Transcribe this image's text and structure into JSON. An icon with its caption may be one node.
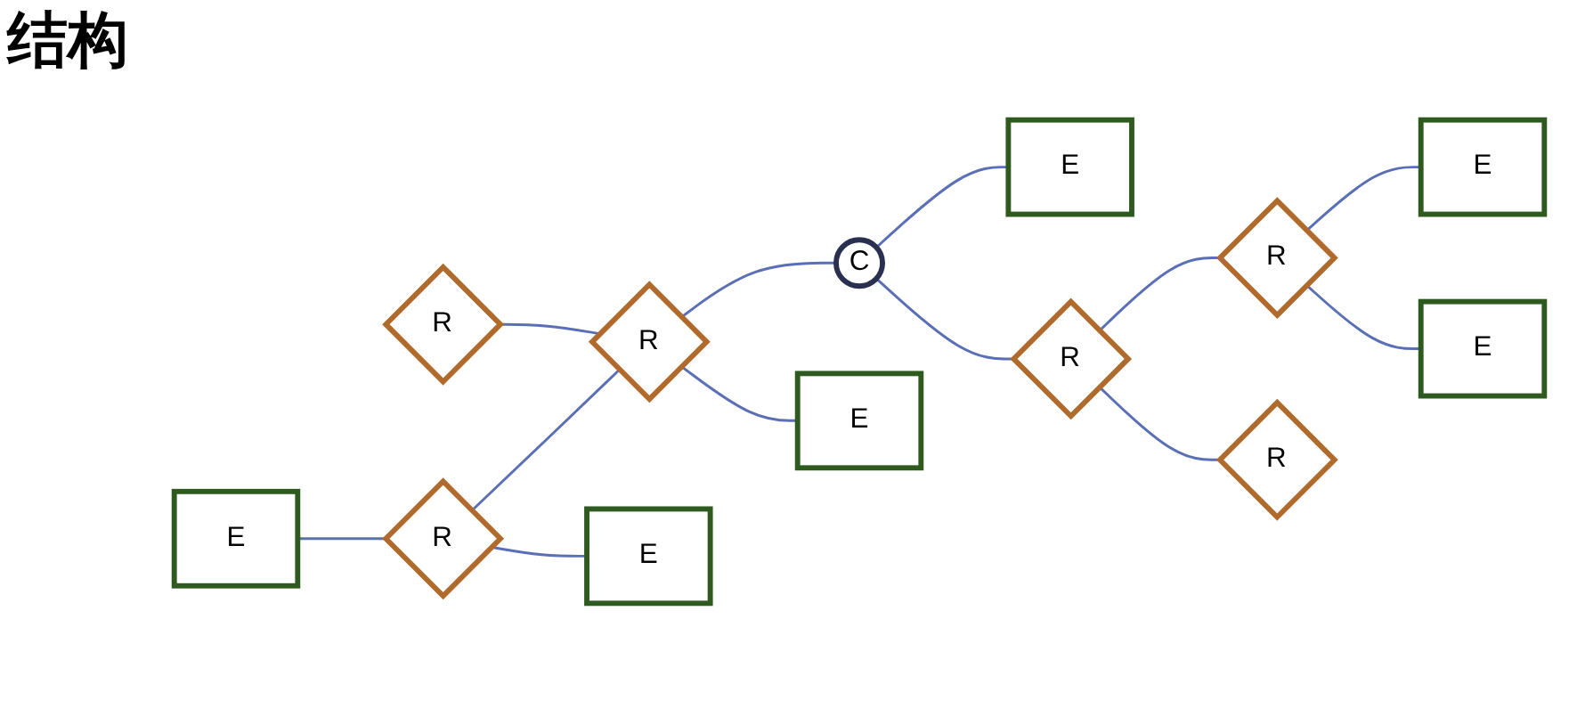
{
  "diagram": {
    "title": "结构",
    "nodes": [
      {
        "text": [
          "E"
        ]
      },
      {
        "text": [
          "R"
        ]
      },
      {
        "text": [
          "C"
        ]
      },
      {
        "text": [
          "R"
        ]
      },
      {
        "text": [
          "E"
        ]
      },
      {
        "text": [
          "R"
        ]
      },
      {
        "text": [
          "E"
        ]
      },
      {
        "text": [
          "R"
        ]
      },
      {
        "text": [
          "E"
        ]
      },
      {
        "text": [
          "R"
        ]
      },
      {
        "text": [
          "R"
        ]
      },
      {
        "text": [
          "E"
        ]
      },
      {
        "text": [
          "E"
        ]
      }
    ],
    "edges": [
      {
        "from": 2,
        "to": 0,
        "arrow": "none"
      },
      {
        "from": 1,
        "to": 3,
        "arrow": "none"
      },
      {
        "from": 3,
        "to": 2,
        "arrow": "none"
      },
      {
        "from": 2,
        "to": 5,
        "arrow": "none"
      },
      {
        "from": 7,
        "to": 3,
        "arrow": "none"
      },
      {
        "from": 3,
        "to": 8,
        "arrow": "none"
      },
      {
        "from": 6,
        "to": 7,
        "arrow": "none"
      },
      {
        "from": 7,
        "to": 11,
        "arrow": "none"
      },
      {
        "from": 5,
        "to": 10,
        "arrow": "none"
      },
      {
        "from": 5,
        "to": 9,
        "arrow": "none"
      },
      {
        "from": 9,
        "to": 4,
        "arrow": "none"
      },
      {
        "from": 9,
        "to": 12,
        "arrow": "none"
      }
    ]
  }
}
